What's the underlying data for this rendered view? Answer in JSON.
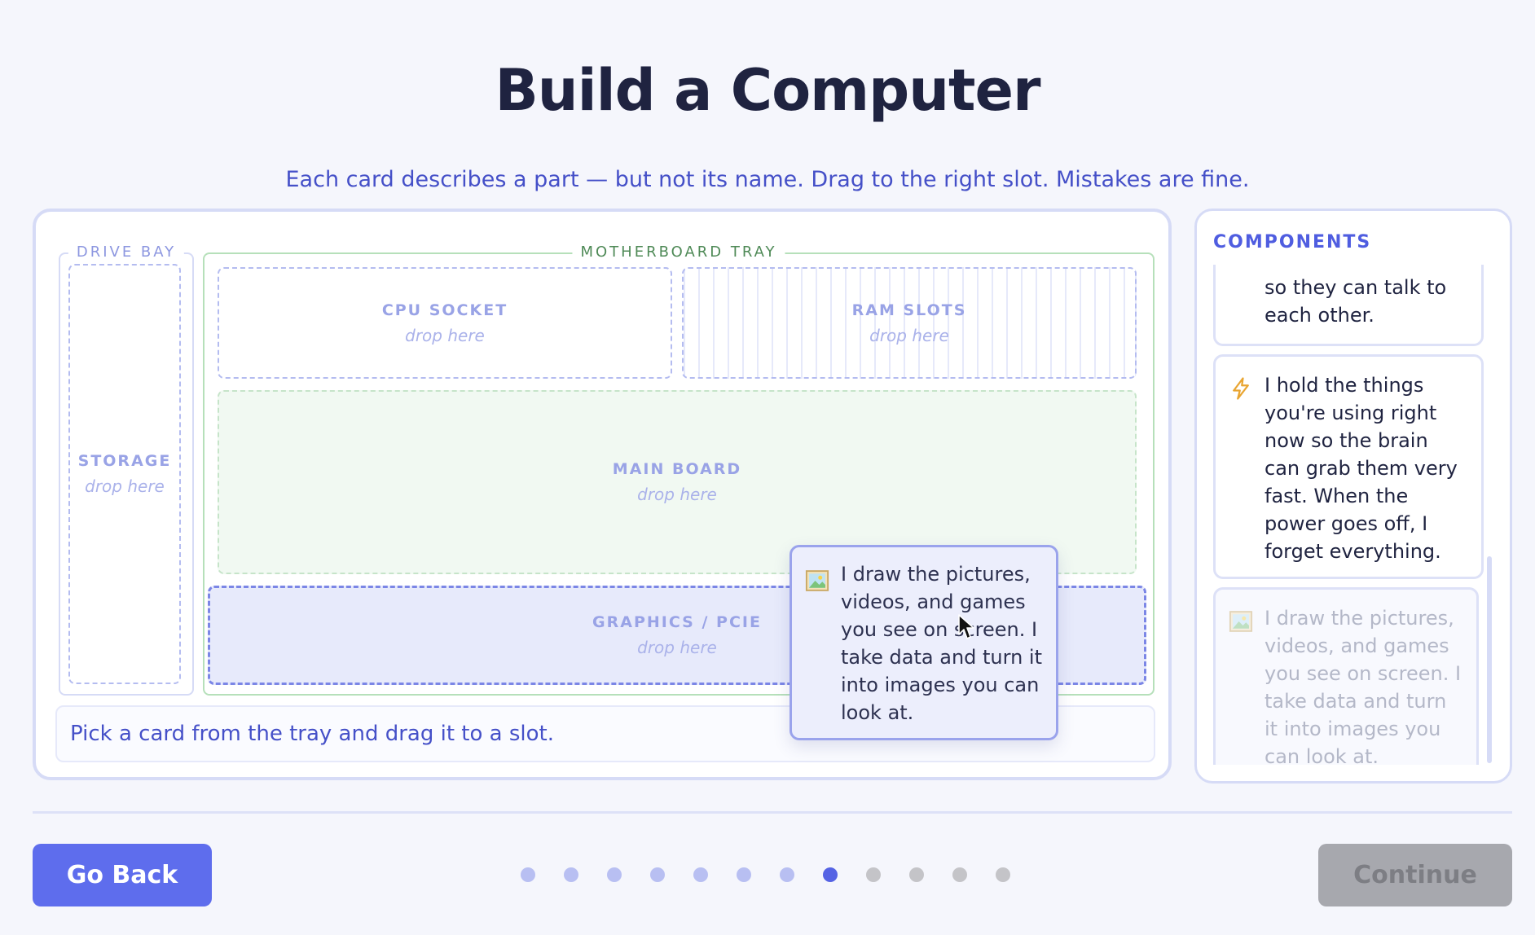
{
  "title": "Build a Computer",
  "subtitle": "Each card describes a part — but not its name. Drag to the right slot. Mistakes are fine.",
  "board": {
    "drive_bay": {
      "legend": "DRIVE BAY",
      "storage": {
        "label": "STORAGE",
        "hint": "drop here"
      }
    },
    "motherboard_tray": {
      "legend": "MOTHERBOARD TRAY",
      "cpu": {
        "label": "CPU SOCKET",
        "hint": "drop here"
      },
      "ram": {
        "label": "RAM SLOTS",
        "hint": "drop here"
      },
      "main": {
        "label": "MAIN BOARD",
        "hint": "drop here"
      },
      "gpu": {
        "label": "GRAPHICS / PCIE",
        "hint": "drop here"
      }
    },
    "status": "Pick a card from the tray and drag it to a slot."
  },
  "components": {
    "title": "COMPONENTS",
    "cards": [
      {
        "text": "so they can talk to each other.",
        "icon": "none",
        "state": "partially-scrolled"
      },
      {
        "text": "I hold the things you're using right now so the brain can grab them very fast. When the power goes off, I forget everything.",
        "icon": "lightning-icon",
        "state": "available"
      },
      {
        "text": "I draw the pictures, videos, and games you see on screen. I take data and turn it into images you can look at.",
        "icon": "picture-icon",
        "state": "dragging-placeholder"
      }
    ]
  },
  "drag_card": {
    "text": "I draw the pictures, videos, and games you see on screen. I take data and turn it into images you can look at.",
    "icon": "picture-icon"
  },
  "nav": {
    "back_label": "Go Back",
    "continue_label": "Continue",
    "continue_disabled": true
  },
  "progress": {
    "total": 12,
    "current": 8
  },
  "colors": {
    "accent": "#5e6ded",
    "dot_done": "#b8bff2",
    "dot_current": "#5563e4",
    "dot_todo": "#c4c4c8"
  }
}
